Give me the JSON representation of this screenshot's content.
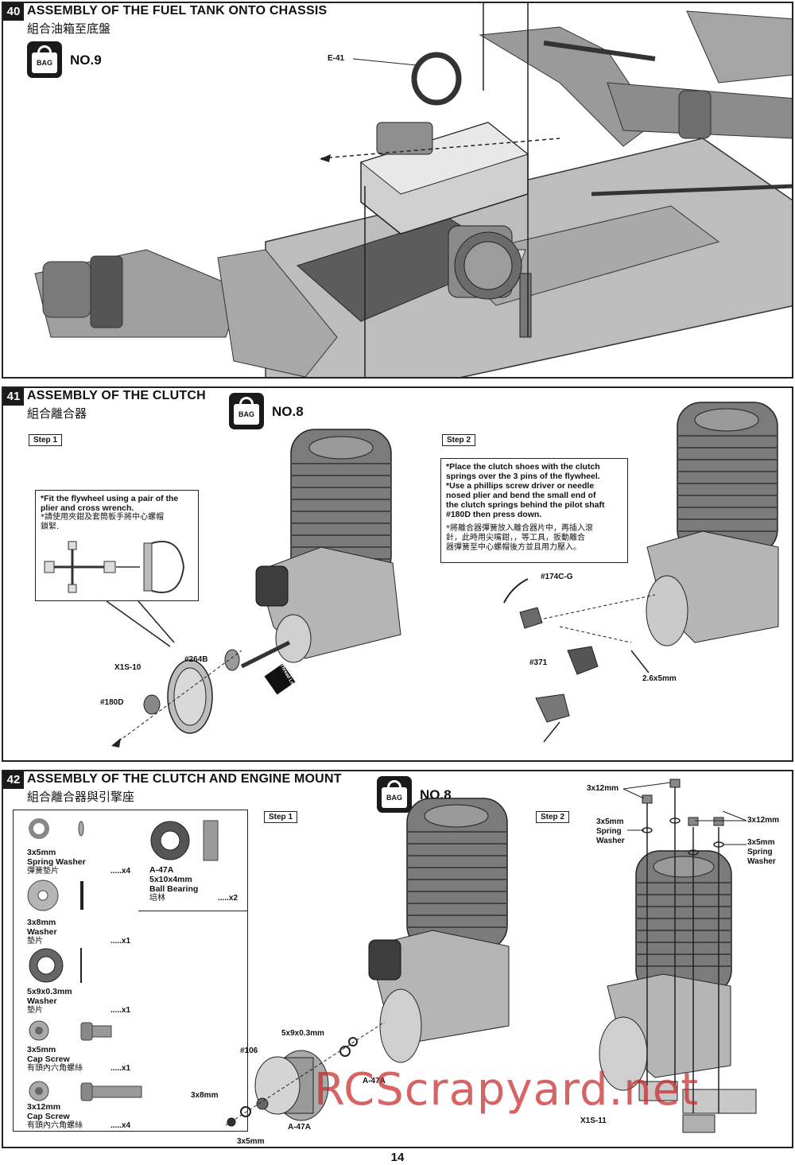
{
  "step40": {
    "number": "40",
    "title": "ASSEMBLY OF THE FUEL TANK ONTO CHASSIS",
    "subtitle": "組合油箱至底盤",
    "bag_label": "BAG",
    "bag_no": "NO.9",
    "parts": {
      "e41": "E-41"
    }
  },
  "step41": {
    "number": "41",
    "title": "ASSEMBLY OF THE CLUTCH",
    "subtitle": "組合離合器",
    "bag_label": "BAG",
    "bag_no": "NO.8",
    "step1_tag": "Step 1",
    "step2_tag": "Step 2",
    "note1": {
      "en_line1": "*Fit the flywheel using a pair of the",
      "en_line2": "  plier and cross wrench.",
      "cn_line1": "*請使用夾鉗及套筒板手將中心螺帽",
      "cn_line2": "  鎖緊."
    },
    "note2": {
      "line1": "*Place the clutch shoes with the clutch",
      "line2": "  springs over the 3 pins of the flywheel.",
      "line3": "*Use a phillips screw driver or needle",
      "line4": "  nosed plier and bend the small end of",
      "line5": "  the clutch springs behind the pilot shaft",
      "line6": "  #180D then press down.",
      "cn_line1": "*將離合器彈簧放入離合器片中，再插入滾",
      "cn_line2": "  針，此時用尖嘴鉗，，等工具，扳動離合",
      "cn_line3": "  器彈簧至中心螺帽後方並且用力壓入。"
    },
    "parts": {
      "x1s10": "X1S-10",
      "p264b": "#264B",
      "p180d": "#180D",
      "p174cg": "#174C-G",
      "p371": "#371",
      "screw": "2.6x5mm",
      "loctite": "Thread Locking"
    }
  },
  "step42": {
    "number": "42",
    "title": "ASSEMBLY OF THE CLUTCH AND ENGINE MOUNT",
    "subtitle": "組合離合器與引擎座",
    "bag_label": "BAG",
    "bag_no": "NO.8",
    "step1_tag": "Step 1",
    "step2_tag": "Step 2",
    "parts_list": [
      {
        "line1": "3x5mm",
        "line2": "Spring Washer",
        "cn": "彈簧墊片",
        "qty": ".....x4"
      },
      {
        "line1": "3x8mm",
        "line2": "Washer",
        "cn": "墊片",
        "qty": ".....x1"
      },
      {
        "line1": "5x9x0.3mm",
        "line2": "Washer",
        "cn": "墊片",
        "qty": ".....x1"
      },
      {
        "line1": "3x5mm",
        "line2": "Cap Screw",
        "cn": "有頭內六角螺絲",
        "qty": ".....x1"
      },
      {
        "line1": "3x12mm",
        "line2": "Cap Screw",
        "cn": "有頭內六角螺絲",
        "qty": ".....x4"
      }
    ],
    "bearing": {
      "line1": "A-47A",
      "line2": "5x10x4mm",
      "line3": "Ball Bearing",
      "cn": "培林",
      "qty": ".....x2"
    },
    "labels": {
      "washer5x9": "5x9x0.3mm",
      "p106": "#106",
      "a47a_1": "A-47A",
      "a47a_2": "A-47A",
      "w3x8": "3x8mm",
      "s3x5": "3x5mm",
      "s3x12_left": "3x12mm",
      "s3x12_right": "3x12mm",
      "sw_left_1": "3x5mm",
      "sw_left_2": "Spring",
      "sw_left_3": "Washer",
      "sw_right_1": "3x5mm",
      "sw_right_2": "Spring",
      "sw_right_3": "Washer",
      "x1s11": "X1S-11"
    }
  },
  "page_number": "14",
  "watermark": "RCScrapyard.net"
}
